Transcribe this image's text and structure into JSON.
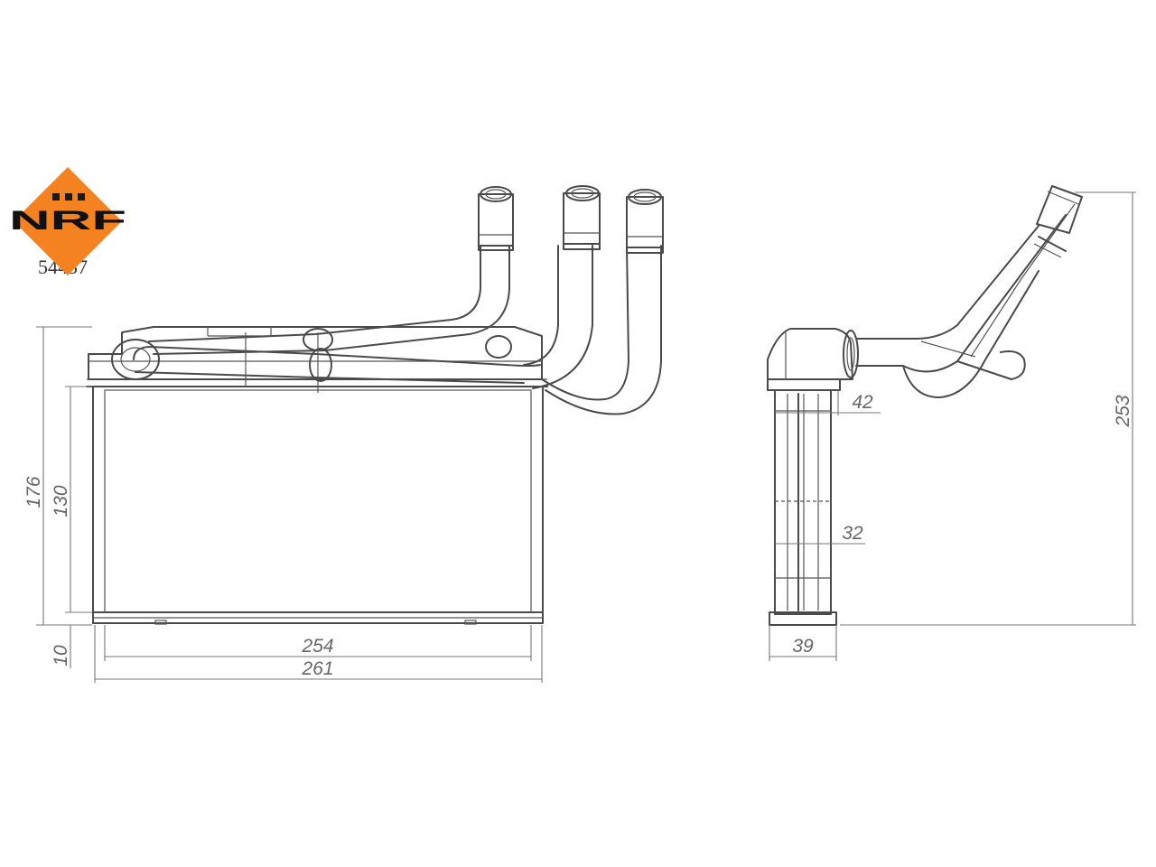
{
  "brand": {
    "logo_text": "NRF",
    "logo_color": "#f58220"
  },
  "part_number": "54437",
  "dimensions": {
    "height_total": "176",
    "height_core": "130",
    "bottom_offset": "10",
    "width_core": "254",
    "width_total": "261",
    "side_top_depth": "42",
    "side_core_depth": "32",
    "side_bottom_depth": "39",
    "side_total_height": "253"
  }
}
